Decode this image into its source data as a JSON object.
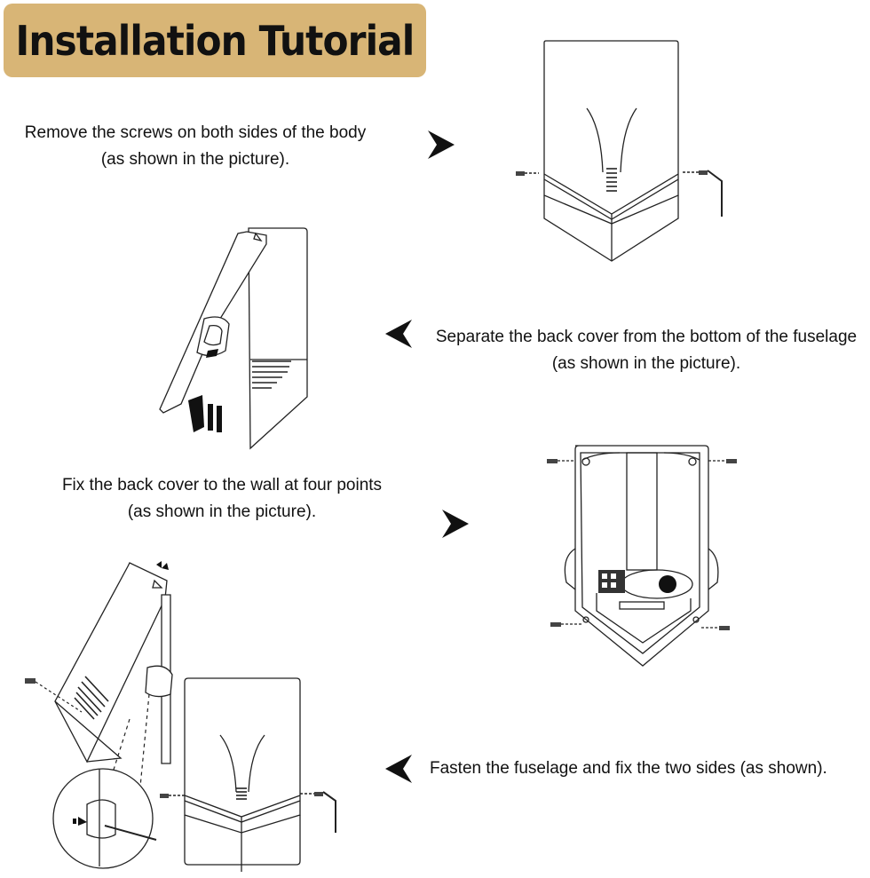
{
  "title": "Installation Tutorial",
  "steps": [
    {
      "line1": "Remove the screws on both sides of the body",
      "line2": "(as shown in the picture)."
    },
    {
      "line1": "Separate the back cover from the bottom of the fuselage",
      "line2": "(as shown in the picture)."
    },
    {
      "line1": "Fix the back cover to the wall at four points",
      "line2": "(as shown in the picture)."
    },
    {
      "line1": "Fasten the fuselage and fix the two sides (as shown).",
      "line2": ""
    }
  ],
  "colors": {
    "title_bg": "#d8b576",
    "text": "#111111"
  },
  "icons": [
    "arrow-right-icon",
    "arrow-left-icon"
  ]
}
